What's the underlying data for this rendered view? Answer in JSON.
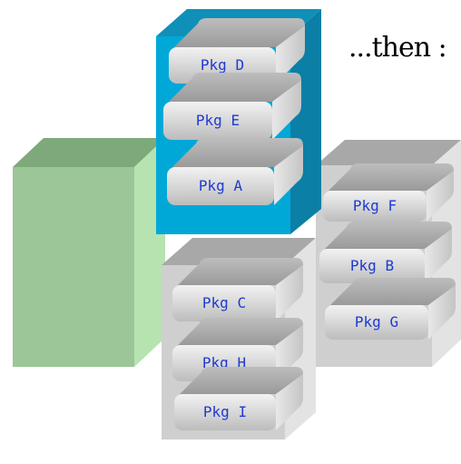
{
  "caption": "...then :",
  "colors": {
    "blue_front": "#00a8d8",
    "blue_top": "#1090b8",
    "blue_side": "#0b7fa6",
    "green_front": "#9cc598",
    "green_top": "#7ea97a",
    "green_side": "#b6e3b0",
    "gray_front": "#cfcfcf",
    "gray_top": "#a8a8a8",
    "gray_side": "#e3e3e3",
    "package_text": "#1f3ad0"
  },
  "containers": [
    {
      "name": "blue-container",
      "color": "blue",
      "packages": [
        "Pkg D",
        "Pkg E",
        "Pkg A"
      ]
    },
    {
      "name": "green-container",
      "color": "green",
      "packages": []
    },
    {
      "name": "gray-container-left",
      "color": "gray",
      "packages": [
        "Pkg C",
        "Pkg H",
        "Pkg I"
      ]
    },
    {
      "name": "gray-container-right",
      "color": "gray",
      "packages": [
        "Pkg F",
        "Pkg B",
        "Pkg G"
      ]
    }
  ]
}
